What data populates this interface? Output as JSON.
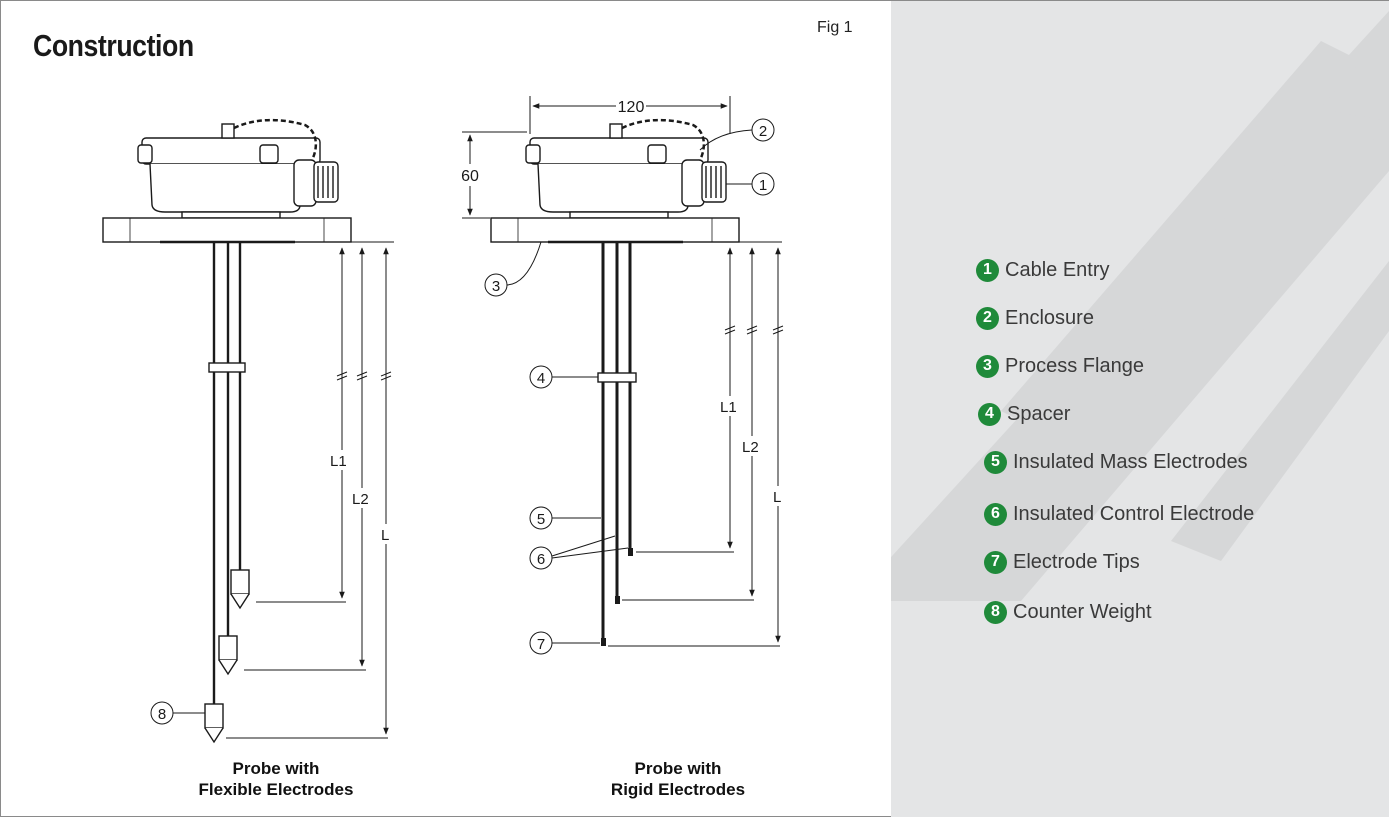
{
  "title": "Construction",
  "fig_label": "Fig 1",
  "captions": {
    "flexible": [
      "Probe with",
      "Flexible Electrodes"
    ],
    "rigid": [
      "Probe with",
      "Rigid Electrodes"
    ]
  },
  "dimensions": {
    "width": "120",
    "height": "60",
    "L1": "L1",
    "L2": "L2",
    "L": "L"
  },
  "callouts": [
    "1",
    "2",
    "3",
    "4",
    "5",
    "6",
    "7",
    "8"
  ],
  "legend": [
    {
      "num": "1",
      "label": "Cable Entry"
    },
    {
      "num": "2",
      "label": "Enclosure"
    },
    {
      "num": "3",
      "label": "Process Flange"
    },
    {
      "num": "4",
      "label": "Spacer"
    },
    {
      "num": "5",
      "label": "Insulated Mass Electrodes"
    },
    {
      "num": "6",
      "label": "Insulated Control Electrode"
    },
    {
      "num": "7",
      "label": "Electrode Tips"
    },
    {
      "num": "8",
      "label": "Counter Weight"
    }
  ],
  "colors": {
    "accent_green": "#1f8a3a",
    "panel_bg": "#e4e5e6",
    "line": "#1a1a1a"
  }
}
